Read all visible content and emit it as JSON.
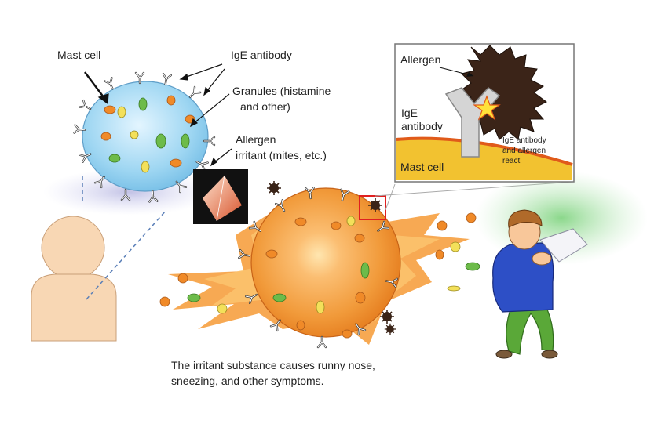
{
  "labels": {
    "mast_cell": "Mast cell",
    "ige_antibody": "IgE antibody",
    "granules_line1": "Granules (histamine",
    "granules_line2": "and other)",
    "allergen_line1": "Allergen",
    "allergen_line2": "irritant (mites, etc.)",
    "caption_line1": "The irritant substance causes runny nose,",
    "caption_line2": "sneezing, and other symptoms."
  },
  "inset": {
    "allergen": "Allergen",
    "ige_line1": "IgE",
    "ige_line2": "antibody",
    "mast_cell": "Mast cell",
    "react_line1": "IgE antibody",
    "react_line2": "and allergen",
    "react_line3": "react"
  },
  "colors": {
    "mast_cell_fill": "#9ed6f2",
    "burst_orange": "#f08a28",
    "inset_mast_cell": "#f2c230",
    "highlight_box": "#e02020",
    "star": "#ffe23a"
  }
}
